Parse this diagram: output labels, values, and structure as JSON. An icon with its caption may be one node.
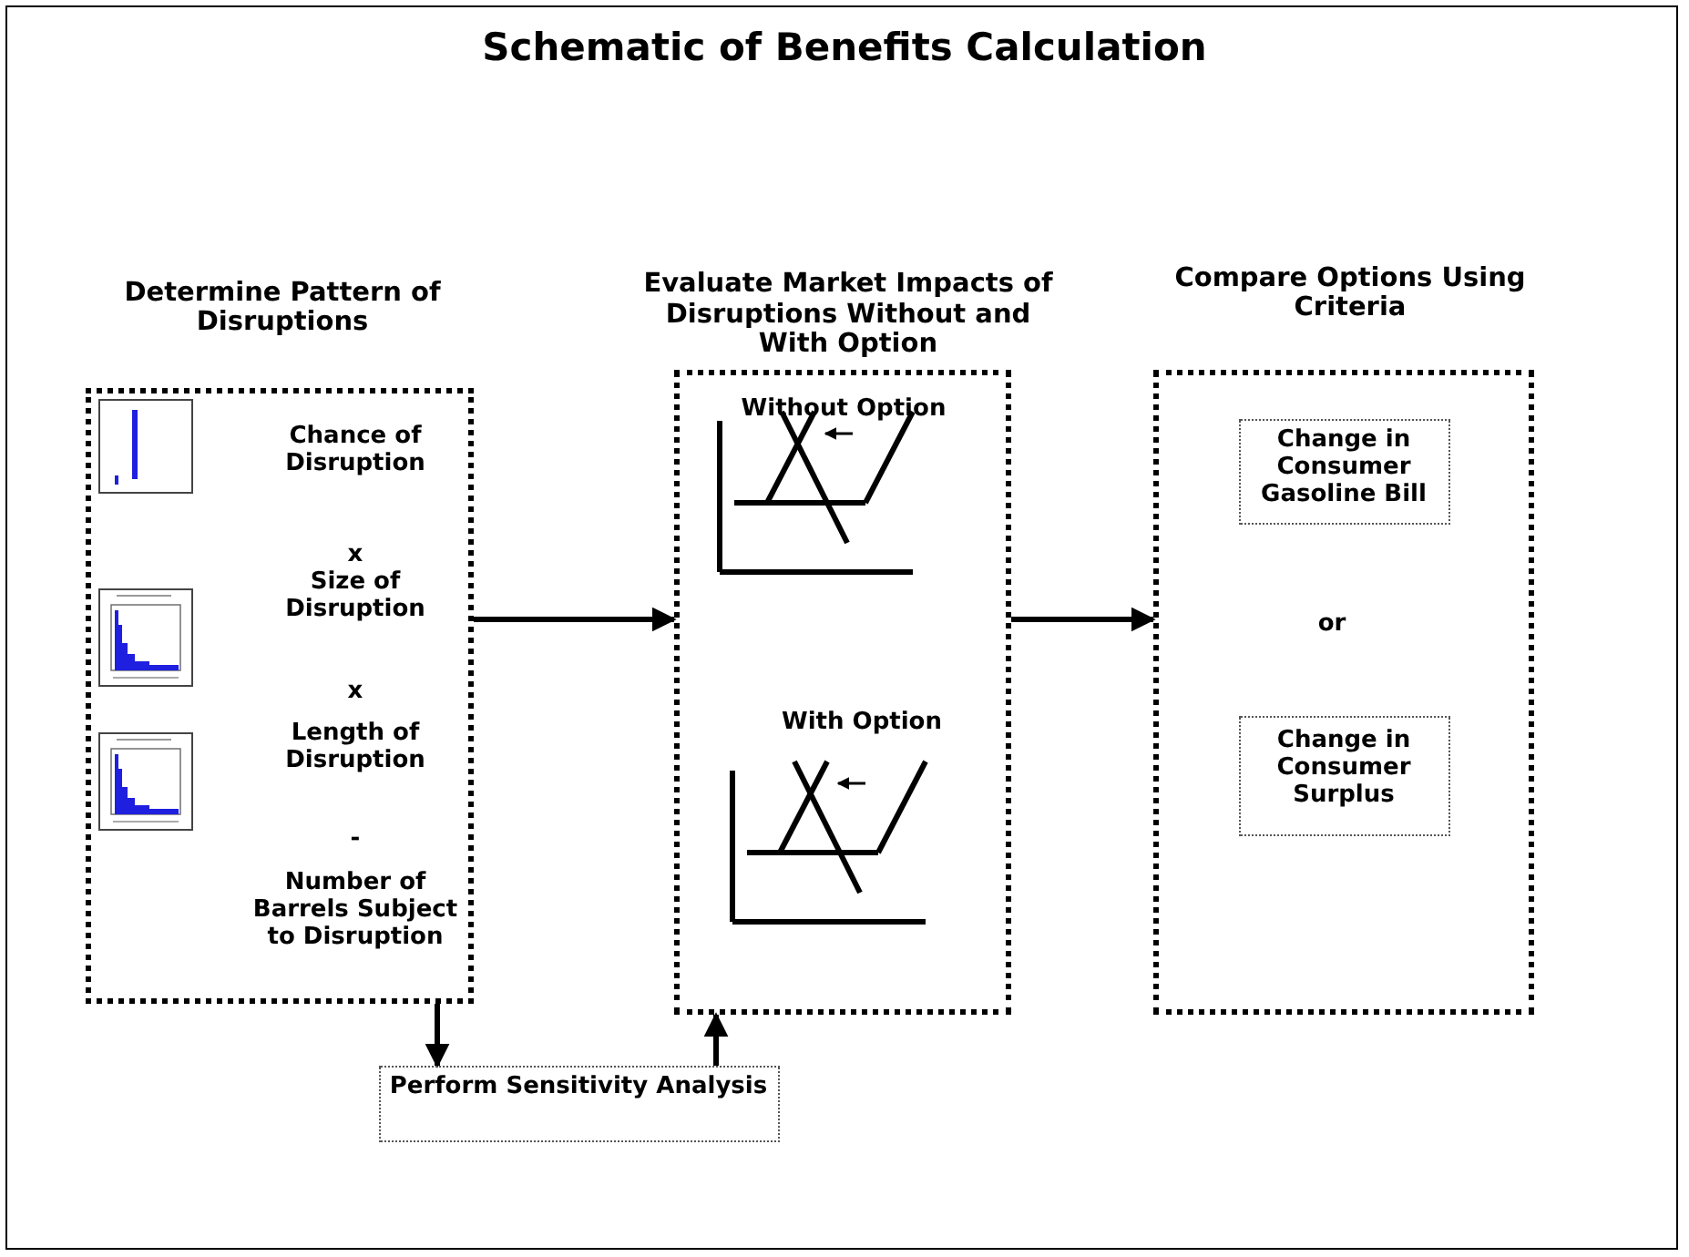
{
  "diagram": {
    "title": "Schematic of Benefits Calculation",
    "nodes": [
      {
        "text": [
          "Determine Pattern of Disruptions",
          "Chance of Disruption",
          "x",
          "Size of Disruption",
          "x",
          "Length of Disruption",
          "-",
          "Number of Barrels Subject to Disruption"
        ]
      },
      {
        "text": [
          "Evaluate Market Impacts of Disruptions Without and With Option",
          "Without Option",
          "With Option"
        ]
      },
      {
        "text": [
          "Compare Options Using Criteria",
          "or"
        ]
      },
      {
        "text": [
          "Change in Consumer Gasoline Bill"
        ],
        "in": 2
      },
      {
        "text": [
          "Change in Consumer Surplus"
        ],
        "in": 2
      },
      {
        "text": [
          "Perform Sensitivity Analysis"
        ]
      }
    ],
    "edges": [
      {
        "from": 0,
        "to": 1,
        "arrow": "to"
      },
      {
        "from": 1,
        "to": 2,
        "arrow": "to"
      },
      {
        "from": 0,
        "to": 5,
        "arrow": "to"
      },
      {
        "from": 5,
        "to": 1,
        "arrow": "to"
      }
    ]
  }
}
